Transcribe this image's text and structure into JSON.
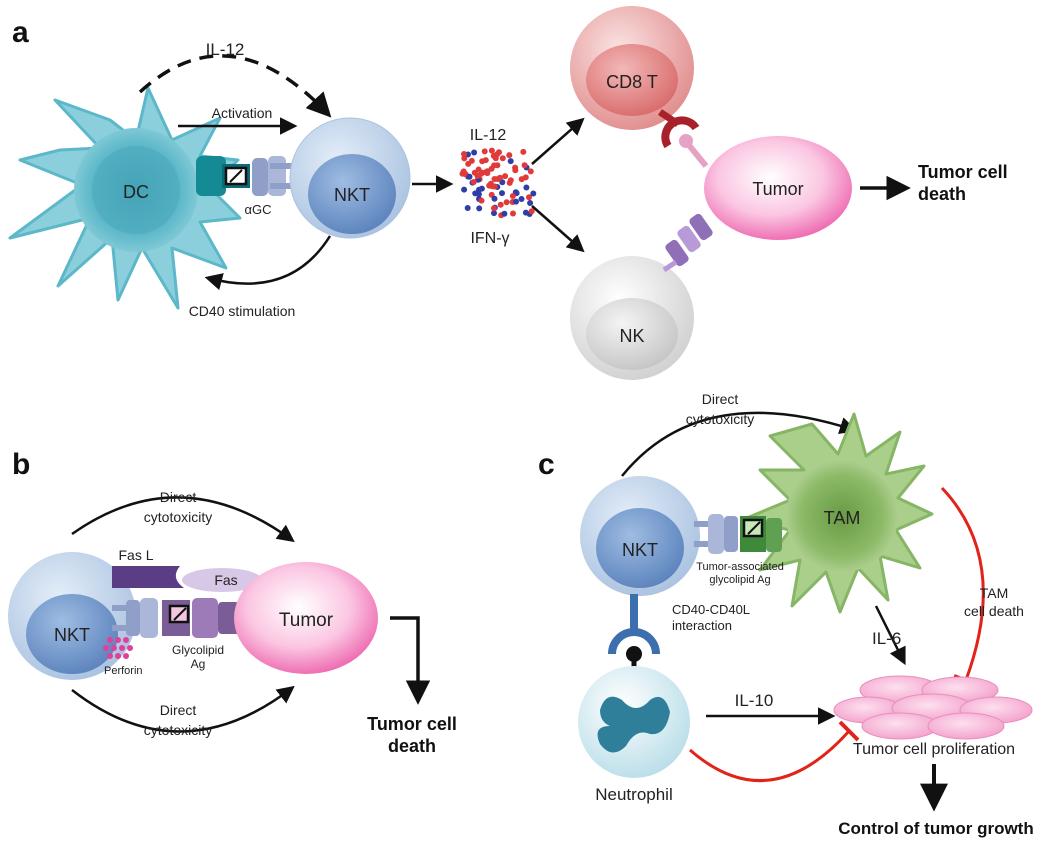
{
  "panel_a": {
    "letter": "a",
    "dc": "DC",
    "nkt": "NKT",
    "il12_top": "IL-12",
    "activation": "Activation",
    "agc": "αGC",
    "cd40_stim": "CD40 stimulation",
    "il12_cytokine": "IL-12",
    "ifn": "IFN-γ",
    "cd8": "CD8 T",
    "nk": "NK",
    "tumor": "Tumor",
    "death_line1": "Tumor cell",
    "death_line2": "death"
  },
  "panel_b": {
    "letter": "b",
    "nkt": "NKT",
    "tumor": "Tumor",
    "fasl": "Fas L",
    "fas": "Fas",
    "perforin": "Perforin",
    "glyco_line1": "Glycolipid",
    "glyco_line2": "Ag",
    "direct_top_1": "Direct",
    "direct_top_2": "cytotoxicity",
    "direct_bot_1": "Direct",
    "direct_bot_2": "cytotoxicity",
    "death_line1": "Tumor cell",
    "death_line2": "death"
  },
  "panel_c": {
    "letter": "c",
    "nkt": "NKT",
    "tam": "TAM",
    "direct_1": "Direct",
    "direct_2": "cytotoxicity",
    "tumor_assoc_1": "Tumor-associated",
    "tumor_assoc_2": "glycolipid Ag",
    "cd40_1": "CD40-CD40L",
    "cd40_2": "interaction",
    "tam_death_1": "TAM",
    "tam_death_2": "cell death",
    "il6": "IL-6",
    "il10": "IL-10",
    "neutrophil": "Neutrophil",
    "proliferation": "Tumor cell proliferation",
    "control": "Control of tumor growth"
  },
  "colors": {
    "cell_blue": "#b9cfe6",
    "nucleus_blue": "#6f94c8",
    "dc_cyan": "#5cb8c9",
    "tumor_pink": "#f07ab8",
    "cd8_red": "#e07a7a",
    "nk_grey": "#dcdcdc",
    "tam_green": "#7fae5a",
    "inhibit_red": "#e2231a"
  }
}
